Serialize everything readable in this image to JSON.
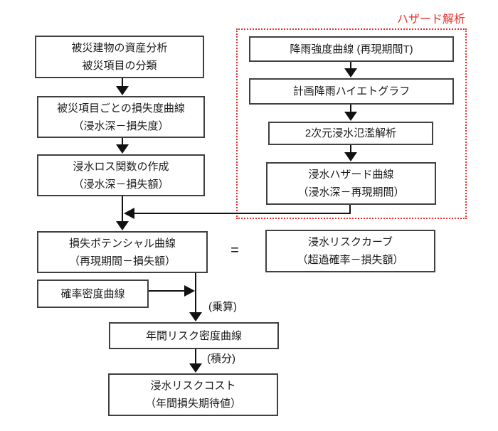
{
  "diagram": {
    "hazard_zone_label": "ハザード解析",
    "equals_sign": "=",
    "multiply_label": "(乗算)",
    "integrate_label": "(積分)"
  },
  "boxes": {
    "asset_analysis": {
      "line1": "被災建物の資産分析",
      "line2": "被災項目の分類"
    },
    "damage_degree_curve": {
      "line1": "被災項目ごとの損失度曲線",
      "line2": "（浸水深－損失度）"
    },
    "flood_loss_function": {
      "line1": "浸水ロス関数の作成",
      "line2": "（浸水深－損失額）"
    },
    "loss_potential_curve": {
      "line1": "損失ポテンシャル曲線",
      "line2": "（再現期間－損失額）"
    },
    "probability_density_curve": {
      "line1": "確率密度曲線"
    },
    "annual_risk_density_curve": {
      "line1": "年間リスク密度曲線"
    },
    "flood_risk_cost": {
      "line1": "浸水リスクコスト",
      "line2": "（年間損失期待値）"
    },
    "rainfall_intensity_curve": {
      "line1": "降雨強度曲線 (再現期間T)"
    },
    "design_hyetograph": {
      "line1": "計画降雨ハイエトグラフ"
    },
    "two_d_inundation_analysis": {
      "line1": "2次元浸水氾濫解析"
    },
    "flood_hazard_curve": {
      "line1": "浸水ハザード曲線",
      "line2": "（浸水深－再現期間）"
    },
    "flood_risk_curve": {
      "line1": "浸水リスクカーブ",
      "line2": "（超過確率－損失額）"
    }
  },
  "colors": {
    "accent_red": "#e8312a",
    "box_border": "#404040",
    "arrow": "#111111",
    "text": "#1a1a1a",
    "background": "#ffffff"
  }
}
